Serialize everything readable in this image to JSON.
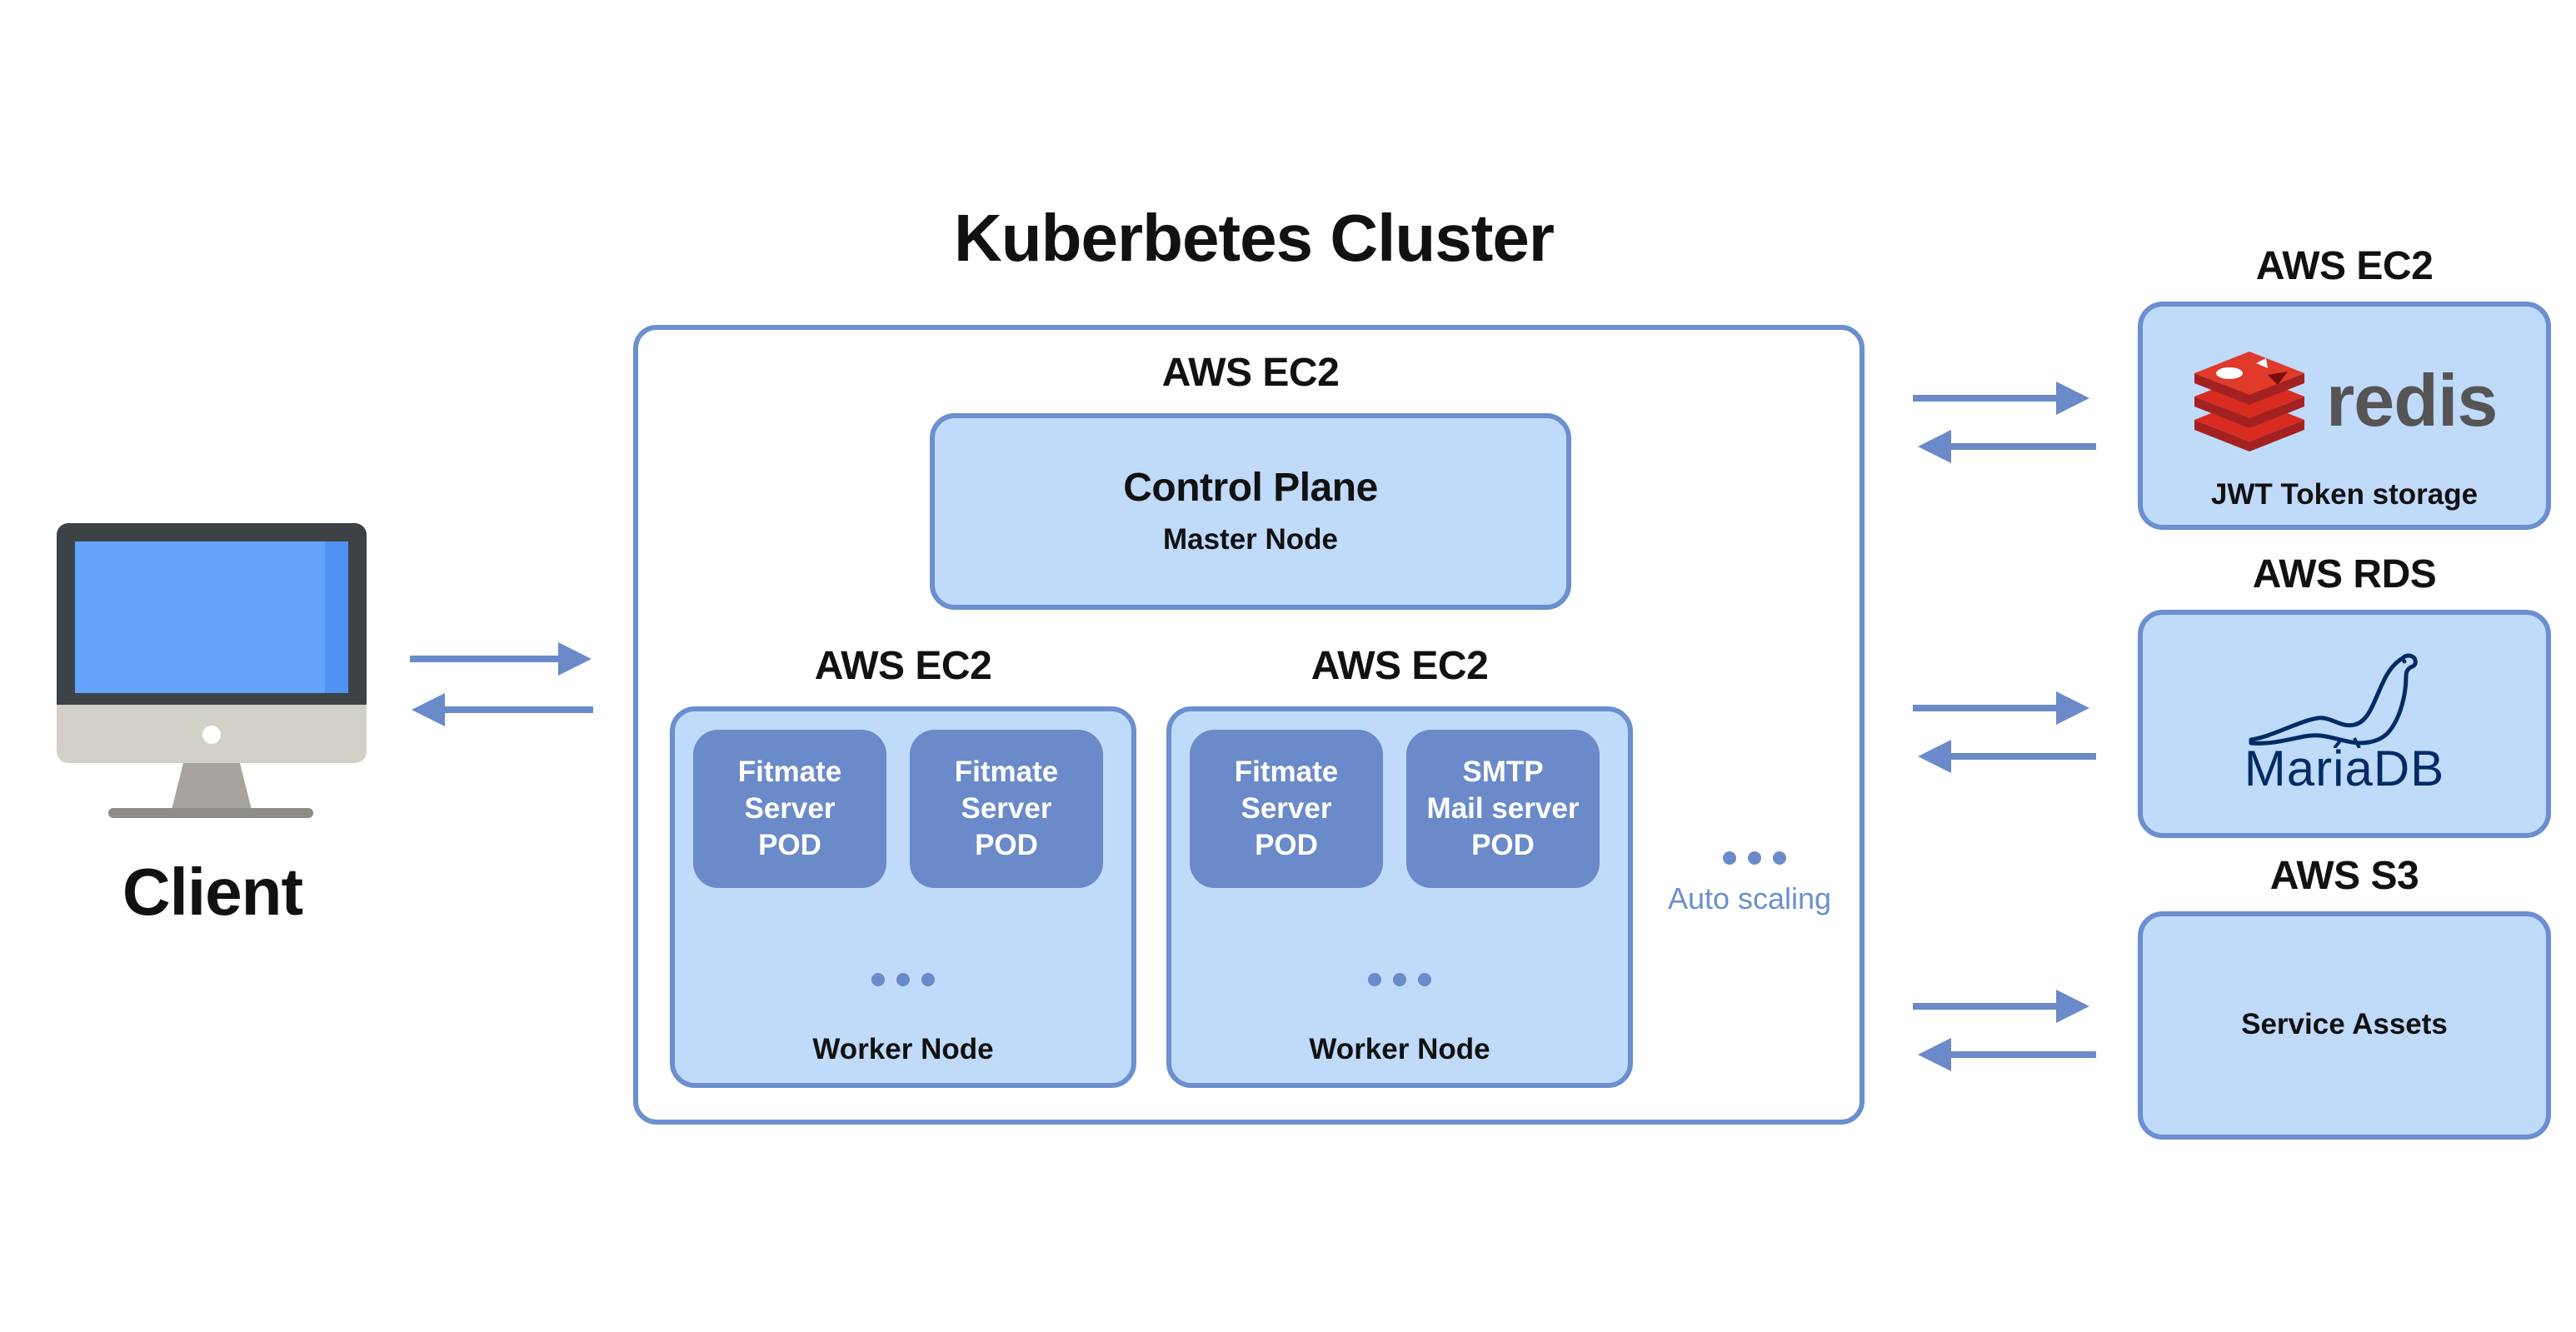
{
  "title": "Kuberbetes Cluster",
  "client": {
    "label": "Client"
  },
  "cluster": {
    "control_plane": {
      "host": "AWS EC2",
      "title": "Control Plane",
      "subtitle": "Master Node"
    },
    "workers": [
      {
        "host": "AWS EC2",
        "label": "Worker Node",
        "pods": [
          [
            "Fitmate",
            "Server",
            "POD"
          ],
          [
            "Fitmate",
            "Server",
            "POD"
          ]
        ]
      },
      {
        "host": "AWS EC2",
        "label": "Worker Node",
        "pods": [
          [
            "Fitmate",
            "Server",
            "POD"
          ],
          [
            "SMTP",
            "Mail server",
            "POD"
          ]
        ]
      }
    ],
    "autoscaling_label": "Auto scaling"
  },
  "services": [
    {
      "host": "AWS EC2",
      "logo_text": "redis",
      "caption": "JWT Token storage",
      "icon": "redis-logo"
    },
    {
      "host": "AWS RDS",
      "logo_text": "MariaDB",
      "caption": "",
      "icon": "mariadb-seal-logo"
    },
    {
      "host": "AWS S3",
      "caption": "Service Assets",
      "icon": ""
    }
  ],
  "colors": {
    "border": "#6b8fcf",
    "box_fill": "#c0dafa",
    "pod_fill": "#6b8ac9",
    "arrow": "#6b8ac9",
    "redis_red": "#d82c20",
    "mariadb_navy": "#002b64"
  }
}
